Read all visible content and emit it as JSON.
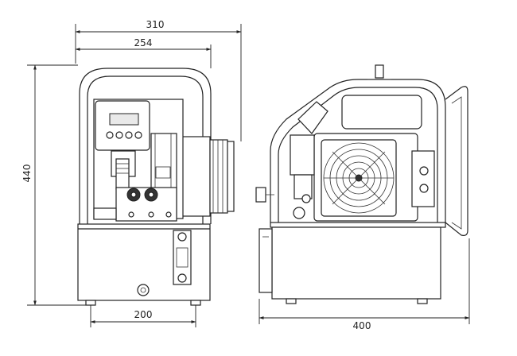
{
  "dimensions": {
    "front_total_width": "310",
    "front_frame_width": "254",
    "front_height": "440",
    "front_base_width": "200",
    "side_base_length": "400"
  },
  "colors": {
    "line": "#222222",
    "background": "#ffffff",
    "fill": "#e9e9e9"
  }
}
